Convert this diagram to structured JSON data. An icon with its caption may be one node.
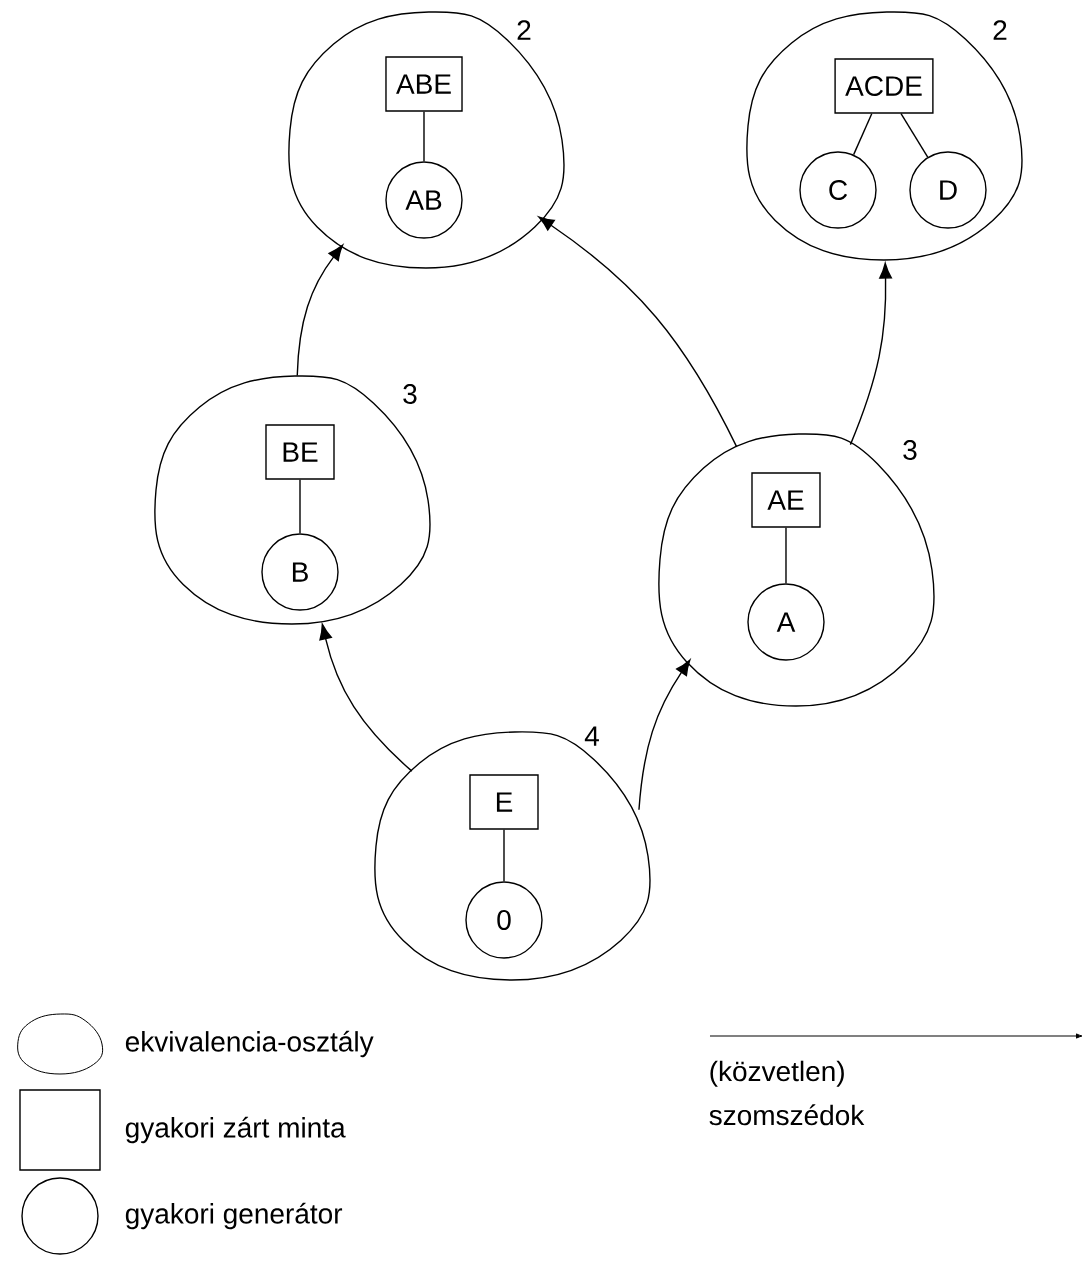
{
  "diagram": {
    "nodes": [
      {
        "text": [],
        "shape": "circle",
        "beside": [
          "2"
        ]
      },
      {
        "text": [
          "ABE"
        ],
        "in": 0
      },
      {
        "text": [
          "AB"
        ],
        "in": 0
      },
      {
        "text": [],
        "shape": "circle",
        "beside": [
          "2"
        ]
      },
      {
        "text": [
          "ACDE"
        ],
        "in": 3
      },
      {
        "text": [
          "C"
        ],
        "in": 3
      },
      {
        "text": [
          "D"
        ],
        "in": 3
      },
      {
        "text": [],
        "shape": "circle",
        "beside": [
          "3"
        ]
      },
      {
        "text": [
          "BE"
        ],
        "in": 7
      },
      {
        "text": [
          "B"
        ],
        "in": 7
      },
      {
        "text": [],
        "shape": "circle",
        "beside": [
          "3"
        ]
      },
      {
        "text": [
          "AE"
        ],
        "in": 10
      },
      {
        "text": [
          "A"
        ],
        "in": 10
      },
      {
        "text": [],
        "shape": "circle",
        "beside": [
          "4"
        ]
      },
      {
        "text": [
          "E"
        ],
        "in": 13
      },
      {
        "text": [
          "0"
        ],
        "in": 13
      }
    ],
    "edges": [
      {
        "from": 1,
        "to": 2,
        "arrow": "none"
      },
      {
        "from": 4,
        "to": 5,
        "arrow": "none"
      },
      {
        "from": 4,
        "to": 6,
        "arrow": "none"
      },
      {
        "from": 8,
        "to": 9,
        "arrow": "none"
      },
      {
        "from": 11,
        "to": 12,
        "arrow": "none"
      },
      {
        "from": 14,
        "to": 15,
        "arrow": "none"
      },
      {
        "from": 7,
        "to": 0,
        "arrow": "to"
      },
      {
        "from": 10,
        "to": 0,
        "arrow": "to"
      },
      {
        "from": 10,
        "to": 3,
        "arrow": "to"
      },
      {
        "from": 13,
        "to": 7,
        "arrow": "to"
      },
      {
        "from": 13,
        "to": 10,
        "arrow": "to"
      }
    ],
    "legend": [
      {
        "text": "ekvivalencia-osztály"
      },
      {
        "text": "gyakori zárt minta"
      },
      {
        "text": "gyakori generátor"
      },
      {
        "text": "(közvetlen) szomszédok"
      }
    ]
  }
}
